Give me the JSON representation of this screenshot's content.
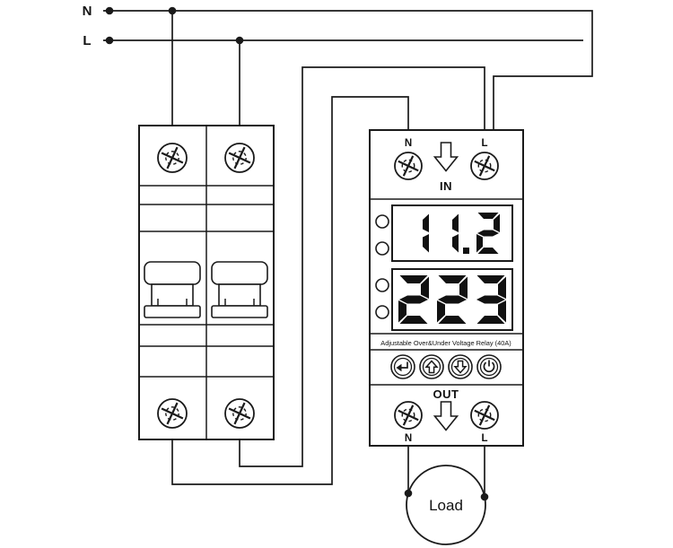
{
  "supply": {
    "n_label": "N",
    "l_label": "L"
  },
  "breaker": {
    "type": "2-pole-circuit-breaker",
    "poles": 2
  },
  "relay": {
    "in_n": "N",
    "in_l": "L",
    "in_label": "IN",
    "display_top": "11.2",
    "display_bottom": "223",
    "subtitle": "Adjustable Over&Under Voltage Relay (40A)",
    "out_label": "OUT",
    "out_n": "N",
    "out_l": "L",
    "buttons": [
      {
        "label": "enter",
        "icon": "return-arrow-icon"
      },
      {
        "label": "up",
        "icon": "up-arrow-icon"
      },
      {
        "label": "down",
        "icon": "down-arrow-icon"
      },
      {
        "label": "power",
        "icon": "power-icon"
      }
    ]
  },
  "load": {
    "label": "Load"
  },
  "colors": {
    "line": "#1a1a1a",
    "background": "#ffffff",
    "display_digit": "#111111"
  }
}
